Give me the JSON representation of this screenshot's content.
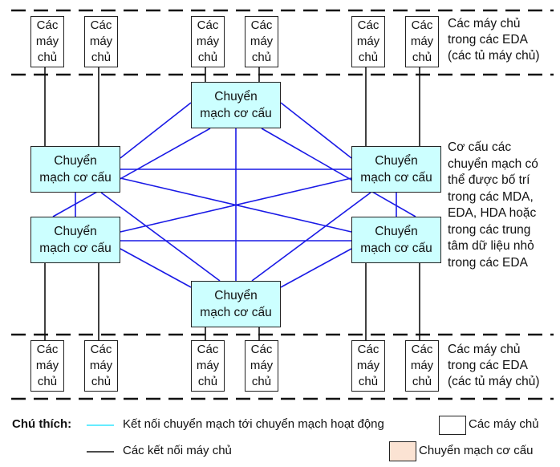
{
  "colors": {
    "switch_fill": "#ccffff",
    "switch_link": "#1a1ae6",
    "server_link": "#111111",
    "legend_switch_link": "#33e6ff",
    "legend_switch_fill": "#fbe3d3",
    "server_fill": "#ffffff"
  },
  "server_label": [
    "Các",
    "máy",
    "chủ"
  ],
  "switch_label": [
    "Chuyển",
    "mạch cơ cấu"
  ],
  "top_servers_note": [
    "Các máy chủ",
    "trong các EDA",
    "(các tủ máy chủ)"
  ],
  "bottom_servers_note": [
    "Các máy chủ",
    "trong các EDA",
    "(các tủ máy chủ)"
  ],
  "fabric_note": [
    "Cơ cấu các",
    "chuyển mạch có",
    "thể được bố trí",
    "trong các MDA,",
    "EDA, HDA hoặc",
    "trong các trung",
    "tâm dữ  liệu nhỏ",
    "trong các EDA"
  ],
  "switches": [
    {
      "id": "top",
      "label": [
        "Chuyển",
        "mạch cơ cấu"
      ]
    },
    {
      "id": "upper-left",
      "label": [
        "Chuyển",
        "mạch cơ cấu"
      ]
    },
    {
      "id": "upper-right",
      "label": [
        "Chuyển",
        "mạch cơ cấu"
      ]
    },
    {
      "id": "lower-left",
      "label": [
        "Chuyển",
        "mạch cơ cấu"
      ]
    },
    {
      "id": "lower-right",
      "label": [
        "Chuyển",
        "mạch cơ cấu"
      ]
    },
    {
      "id": "bottom",
      "label": [
        "Chuyển",
        "mạch cơ cấu"
      ]
    }
  ],
  "switch_links": [
    [
      "top",
      "upper-left"
    ],
    [
      "top",
      "upper-right"
    ],
    [
      "top",
      "lower-left"
    ],
    [
      "top",
      "lower-right"
    ],
    [
      "top",
      "bottom"
    ],
    [
      "upper-left",
      "upper-right"
    ],
    [
      "upper-left",
      "lower-left"
    ],
    [
      "upper-left",
      "lower-right"
    ],
    [
      "upper-left",
      "bottom"
    ],
    [
      "upper-right",
      "lower-left"
    ],
    [
      "upper-right",
      "lower-right"
    ],
    [
      "upper-right",
      "bottom"
    ],
    [
      "lower-left",
      "lower-right"
    ],
    [
      "lower-left",
      "bottom"
    ],
    [
      "lower-right",
      "bottom"
    ]
  ],
  "server_rows": {
    "top": [
      {
        "connects_to": "upper-left"
      },
      {
        "connects_to": "upper-left"
      },
      {
        "connects_to": "top"
      },
      {
        "connects_to": "top"
      },
      {
        "connects_to": "upper-right"
      },
      {
        "connects_to": "upper-right"
      }
    ],
    "bottom": [
      {
        "connects_to": "lower-left"
      },
      {
        "connects_to": "lower-left"
      },
      {
        "connects_to": "bottom"
      },
      {
        "connects_to": "bottom"
      },
      {
        "connects_to": "lower-right"
      },
      {
        "connects_to": "lower-right"
      }
    ]
  },
  "legend": {
    "title": "Chú thích:",
    "switch_link_label": "Kết nối chuyển mạch tới chuyển mạch hoạt động",
    "server_link_label": "Các kết nối máy chủ",
    "server_box_label": "Các máy chủ",
    "switch_box_label": "Chuyển mạch cơ cấu"
  }
}
